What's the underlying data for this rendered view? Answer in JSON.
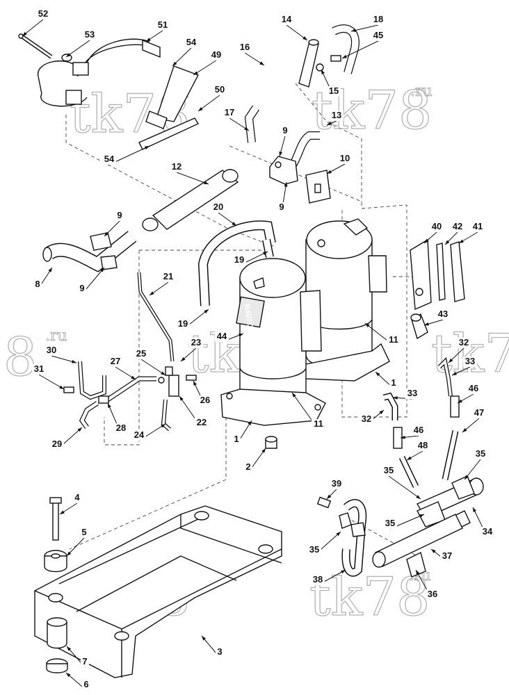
{
  "watermark": {
    "main": "tk78",
    "suffix": ".ru"
  },
  "compressor_badge": "R407C",
  "callouts": [
    {
      "id": "c52",
      "label": "52"
    },
    {
      "id": "c53",
      "label": "53"
    },
    {
      "id": "c51",
      "label": "51"
    },
    {
      "id": "c54a",
      "label": "54"
    },
    {
      "id": "c49",
      "label": "49"
    },
    {
      "id": "c50",
      "label": "50"
    },
    {
      "id": "c54b",
      "label": "54"
    },
    {
      "id": "c14",
      "label": "14"
    },
    {
      "id": "c18",
      "label": "18"
    },
    {
      "id": "c45",
      "label": "45"
    },
    {
      "id": "c16",
      "label": "16"
    },
    {
      "id": "c15",
      "label": "15"
    },
    {
      "id": "c13",
      "label": "13"
    },
    {
      "id": "c17",
      "label": "17"
    },
    {
      "id": "c9a",
      "label": "9"
    },
    {
      "id": "c10",
      "label": "10"
    },
    {
      "id": "c9b",
      "label": "9"
    },
    {
      "id": "c12",
      "label": "12"
    },
    {
      "id": "c20",
      "label": "20"
    },
    {
      "id": "c9c",
      "label": "9"
    },
    {
      "id": "c8",
      "label": "8"
    },
    {
      "id": "c9d",
      "label": "9"
    },
    {
      "id": "c19a",
      "label": "19"
    },
    {
      "id": "c21",
      "label": "21"
    },
    {
      "id": "c19b",
      "label": "19"
    },
    {
      "id": "c44",
      "label": "44"
    },
    {
      "id": "c40",
      "label": "40"
    },
    {
      "id": "c42",
      "label": "42"
    },
    {
      "id": "c41",
      "label": "41"
    },
    {
      "id": "c43",
      "label": "43"
    },
    {
      "id": "c11a",
      "label": "11"
    },
    {
      "id": "c30",
      "label": "30"
    },
    {
      "id": "c25",
      "label": "25"
    },
    {
      "id": "c23",
      "label": "23"
    },
    {
      "id": "c27",
      "label": "27"
    },
    {
      "id": "c31",
      "label": "31"
    },
    {
      "id": "c32a",
      "label": "32"
    },
    {
      "id": "c33a",
      "label": "33"
    },
    {
      "id": "c1a",
      "label": "1"
    },
    {
      "id": "c26",
      "label": "26"
    },
    {
      "id": "c28",
      "label": "28"
    },
    {
      "id": "c29",
      "label": "29"
    },
    {
      "id": "c24",
      "label": "24"
    },
    {
      "id": "c22",
      "label": "22"
    },
    {
      "id": "c11b",
      "label": "11"
    },
    {
      "id": "c1b",
      "label": "1"
    },
    {
      "id": "c2",
      "label": "2"
    },
    {
      "id": "c33b",
      "label": "33"
    },
    {
      "id": "c32b",
      "label": "32"
    },
    {
      "id": "c46a",
      "label": "46"
    },
    {
      "id": "c46b",
      "label": "46"
    },
    {
      "id": "c47",
      "label": "47"
    },
    {
      "id": "c48",
      "label": "48"
    },
    {
      "id": "c35a",
      "label": "35"
    },
    {
      "id": "c35b",
      "label": "35"
    },
    {
      "id": "c4",
      "label": "4"
    },
    {
      "id": "c5",
      "label": "5"
    },
    {
      "id": "c39",
      "label": "39"
    },
    {
      "id": "c35c",
      "label": "35"
    },
    {
      "id": "c34",
      "label": "34"
    },
    {
      "id": "c35d",
      "label": "35"
    },
    {
      "id": "c37",
      "label": "37"
    },
    {
      "id": "c38",
      "label": "38"
    },
    {
      "id": "c36",
      "label": "36"
    },
    {
      "id": "c3",
      "label": "3"
    },
    {
      "id": "c7",
      "label": "7"
    },
    {
      "id": "c6",
      "label": "6"
    }
  ]
}
